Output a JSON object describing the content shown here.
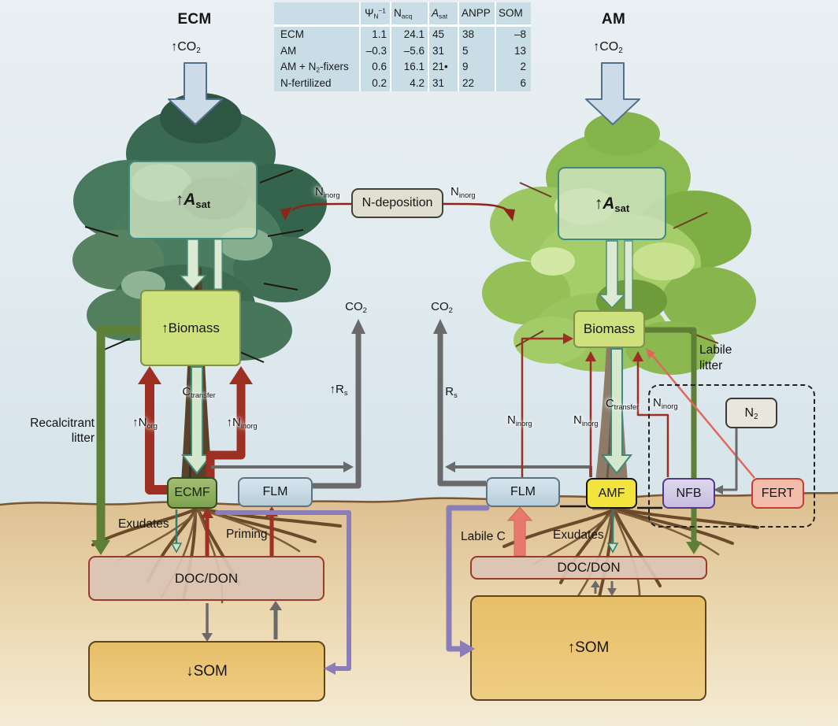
{
  "table": {
    "col_headers": [
      {
        "main": ""
      },
      {
        "main": "Ψ",
        "sub": "N",
        "sup": "−1"
      },
      {
        "main": "N",
        "sub": "acq"
      },
      {
        "main": "A",
        "sub": "sat"
      },
      {
        "main": "ANPP"
      },
      {
        "main": "SOM"
      }
    ],
    "rows": [
      {
        "label": {
          "pre": "ECM",
          "sub": "",
          "post": ""
        },
        "v1": "1.1",
        "v2": "24.1",
        "v3": "45",
        "v4": "38",
        "v5": "–8"
      },
      {
        "label": {
          "pre": "AM",
          "sub": "",
          "post": ""
        },
        "v1": "–0.3",
        "v2": "–5.6",
        "v3": "31",
        "v4": "5",
        "v5": "13"
      },
      {
        "label": {
          "pre": "AM + N",
          "sub": "2",
          "post": "-fixers"
        },
        "v1": "0.6",
        "v2": "16.1",
        "v3": "21•",
        "v4": "9",
        "v5": "2"
      },
      {
        "label": {
          "pre": "N-fertilized",
          "sub": "",
          "post": ""
        },
        "v1": "0.2",
        "v2": "4.2",
        "v3": "31",
        "v4": "22",
        "v5": "6"
      }
    ]
  },
  "ecm": {
    "title": "ECM",
    "co2": {
      "main": "↑CO",
      "sub": "2"
    },
    "asat": {
      "arrow": "↑",
      "main": "A",
      "sub": "sat"
    },
    "biomass": "↑Biomass",
    "c_transfer": {
      "main": "C",
      "sub": "transfer"
    },
    "n_org": {
      "main": "↑N",
      "sub": "org"
    },
    "n_inorg": {
      "main": "↑N",
      "sub": "inorg"
    },
    "recalcitrant_line1": "Recalcitrant",
    "recalcitrant_line2": "litter",
    "exudates": "Exudates",
    "priming": "Priming",
    "co2_resp": {
      "main": "CO",
      "sub": "2"
    },
    "rs": {
      "main": "↑R",
      "sub": "s"
    },
    "ecmf": "ECMF",
    "flm": "FLM",
    "docdon": "DOC/DON",
    "som": "↓SOM"
  },
  "center": {
    "ndep": "N-deposition",
    "n_left": {
      "main": "N",
      "sub": "inorg"
    },
    "n_right": {
      "main": "N",
      "sub": "inorg"
    }
  },
  "am": {
    "title": "AM",
    "co2": {
      "main": "↑CO",
      "sub": "2"
    },
    "asat": {
      "arrow": "↑",
      "main": "A",
      "sub": "sat"
    },
    "biomass": "Biomass",
    "c_transfer": {
      "main": "C",
      "sub": "transfer"
    },
    "n_flm": {
      "main": "N",
      "sub": "inorg"
    },
    "n_amf": {
      "main": "N",
      "sub": "inorg"
    },
    "n_nfb": {
      "main": "N",
      "sub": "inorg"
    },
    "labile_litter_line1": "Labile",
    "labile_litter_line2": "litter",
    "labile_c": "Labile C",
    "exudates": "Exudates",
    "co2_resp": {
      "main": "CO",
      "sub": "2"
    },
    "rs": {
      "main": "R",
      "sub": "s"
    },
    "flm": "FLM",
    "amf": "AMF",
    "nfb": "NFB",
    "fert": "FERT",
    "n2": {
      "main": "N",
      "sub": "2"
    },
    "docdon": "DOC/DON",
    "som": "↑SOM"
  },
  "colors": {
    "nitrogen_red": "#9e2f23",
    "carbon_teal": "#3f8a7e",
    "litter_green": "#5d8036",
    "necromass_purple": "#8b7eb8",
    "respiration_gray": "#6a6a6a",
    "labile_c_salmon": "#e8796c",
    "som_gold": "#e9c372",
    "table_blue": "#c9dde6"
  }
}
